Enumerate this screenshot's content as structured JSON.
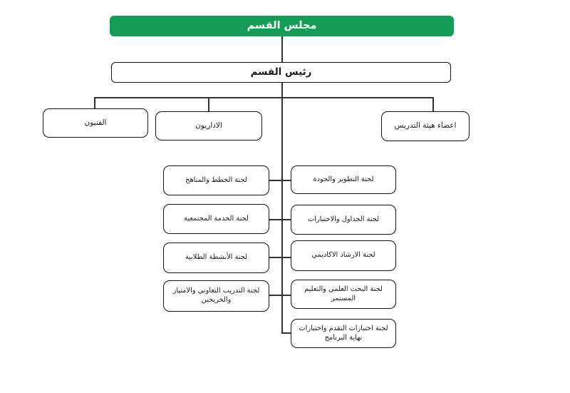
{
  "chart": {
    "type": "org-chart",
    "title_box": "مجلس القسم",
    "head_box": "رئيس القسم",
    "groups": [
      {
        "label": "الفنيون"
      },
      {
        "label": "الاداريون"
      },
      {
        "label": "اعضاء هيئة التدريس"
      }
    ],
    "committees": {
      "left": [
        {
          "label": "لجنة الخطط والمناهج"
        },
        {
          "label": "لجنة الخدمة المجتمعية"
        },
        {
          "label": "لجنة الأنشطة الطلابية"
        },
        {
          "label": "لجنة التدريب التعاوني والامتياز والخريجين"
        }
      ],
      "right": [
        {
          "label": "لجنة التطوير والجودة"
        },
        {
          "label": "لجنة الجداول والاختبارات"
        },
        {
          "label": "لجنة الارشاد الاكاديمي"
        },
        {
          "label": "لجنة البحث العلمي والتعليم المستمر"
        },
        {
          "label": "لجنة اختبارات التقدم واختبارات نهاية البرنامج"
        }
      ]
    },
    "colors": {
      "root_fill": "#169c58",
      "root_text": "#ffffff",
      "box_fill": "#ffffff",
      "box_border": "#151515",
      "connector": "#333333"
    }
  }
}
